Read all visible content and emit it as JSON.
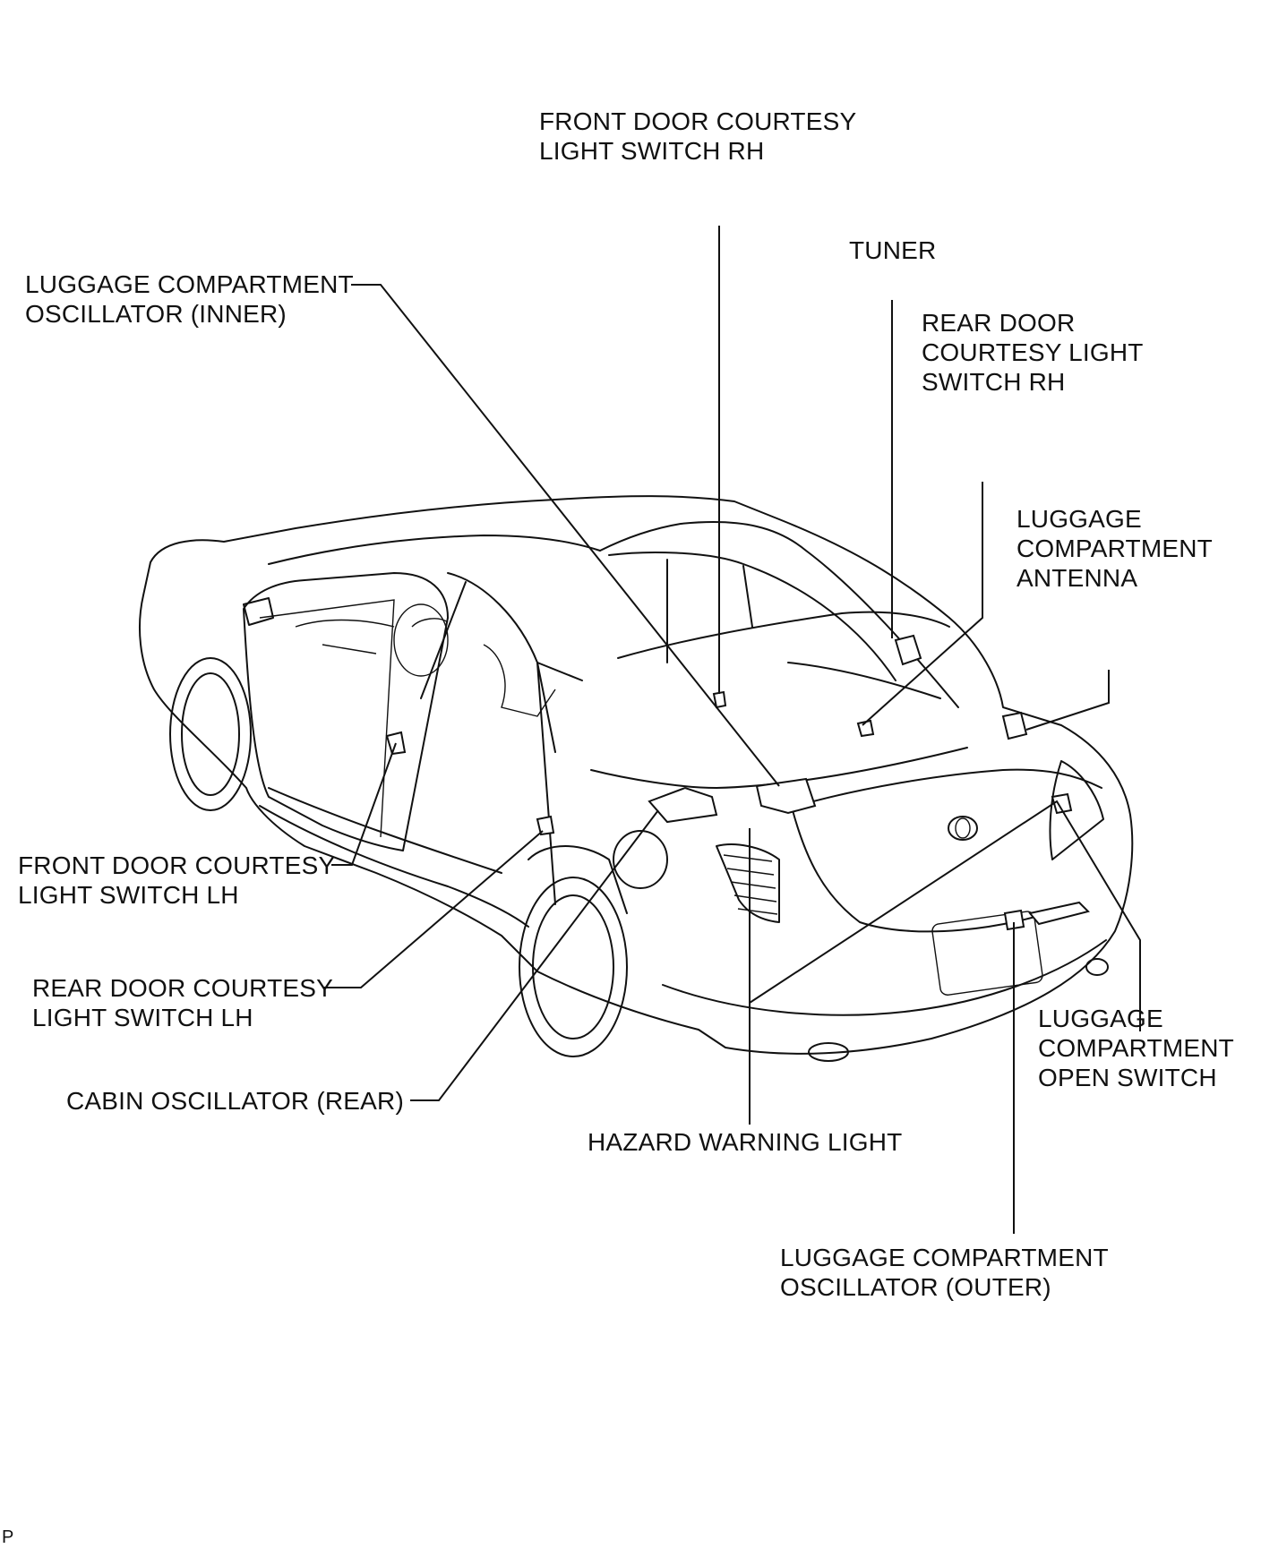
{
  "labels": {
    "front_door_rh": [
      "FRONT DOOR COURTESY",
      "LIGHT SWITCH RH"
    ],
    "tuner": [
      "TUNER"
    ],
    "lc_osc_inner": [
      "LUGGAGE COMPARTMENT",
      "OSCILLATOR (INNER)"
    ],
    "rear_door_rh": [
      "REAR DOOR",
      "COURTESY LIGHT",
      "SWITCH RH"
    ],
    "lc_antenna": [
      "LUGGAGE",
      "COMPARTMENT",
      "ANTENNA"
    ],
    "front_door_lh": [
      "FRONT DOOR COURTESY",
      "LIGHT SWITCH LH"
    ],
    "rear_door_lh": [
      "REAR DOOR COURTESY",
      "LIGHT SWITCH LH"
    ],
    "cabin_osc_rear": [
      "CABIN OSCILLATOR (REAR)"
    ],
    "hazard": [
      "HAZARD WARNING LIGHT"
    ],
    "lc_open_switch": [
      "LUGGAGE",
      "COMPARTMENT",
      "OPEN SWITCH"
    ],
    "lc_osc_outer": [
      "LUGGAGE COMPARTMENT",
      "OSCILLATOR (OUTER)"
    ]
  },
  "corner_mark": "P"
}
